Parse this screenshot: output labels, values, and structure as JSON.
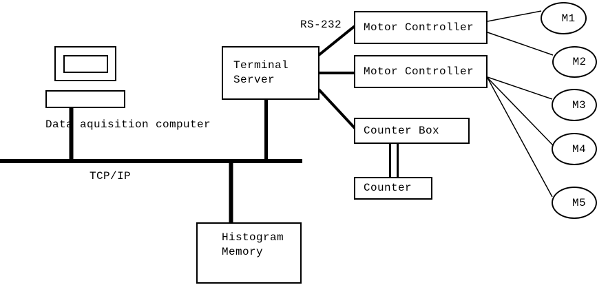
{
  "diagram": {
    "background_color": "#ffffff",
    "line_color": "#000000",
    "labels": {
      "rs232": "RS-232",
      "tcpip": "TCP/IP",
      "data_acquisition": "Data aquisition computer"
    },
    "nodes": {
      "terminal_server": {
        "line1": "Terminal",
        "line2": "Server"
      },
      "motor_controller_1": "Motor Controller",
      "motor_controller_2": "Motor Controller",
      "counter_box": "Counter Box",
      "counter": "Counter",
      "histogram_memory": {
        "line1": "Histogram",
        "line2": "Memory"
      },
      "motors": [
        "M1",
        "M2",
        "M3",
        "M4",
        "M5"
      ]
    }
  }
}
